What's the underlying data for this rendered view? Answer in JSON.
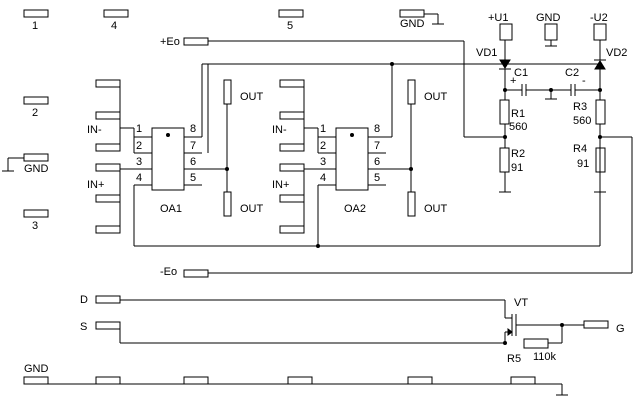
{
  "pads": {
    "p1": "1",
    "p4": "4",
    "p5": "5",
    "p2": "2",
    "p3": "3",
    "gnd_top": "GND",
    "gnd_left": "GND",
    "gnd_bottom": "GND",
    "plus_eo": "+Eo",
    "minus_eo": "-Eo",
    "d": "D",
    "s": "S",
    "g": "G"
  },
  "supply": {
    "plus_u1": "+U1",
    "gnd": "GND",
    "minus_u2": "-U2"
  },
  "components": {
    "vd1": "VD1",
    "vd2": "VD2",
    "c1": "C1",
    "c2": "C2",
    "r1": "R1",
    "r1_val": "560",
    "r2": "R2",
    "r2_val": "91",
    "r3": "R3",
    "r3_val": "560",
    "r4": "R4",
    "r4_val": "91",
    "vt": "VT",
    "r5": "R5",
    "r5_val": "110k"
  },
  "opamps": [
    {
      "name": "OA1",
      "pins": [
        "1",
        "2",
        "3",
        "4",
        "8",
        "7",
        "6",
        "5"
      ],
      "in_minus": "IN-",
      "in_plus": "IN+",
      "out": "OUT"
    },
    {
      "name": "OA2",
      "pins": [
        "1",
        "2",
        "3",
        "4",
        "8",
        "7",
        "6",
        "5"
      ],
      "in_minus": "IN-",
      "in_plus": "IN+",
      "out": "OUT"
    }
  ],
  "polarity": {
    "plus": "+",
    "minus": "-"
  }
}
